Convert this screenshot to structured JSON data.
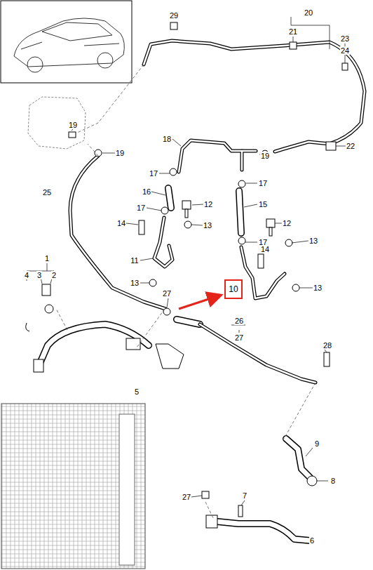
{
  "diagram": {
    "nodes": [
      {
        "text": [
          "10"
        ]
      }
    ],
    "edges": [],
    "labels": [
      "29",
      "20",
      "21",
      "23",
      "24",
      "19",
      "19",
      "19",
      "22",
      "18",
      "17",
      "17",
      "16",
      "17",
      "12",
      "15",
      "14",
      "13",
      "12",
      "17",
      "14",
      "13",
      "11",
      "13",
      "27",
      "13",
      "25",
      "1",
      "4",
      "3",
      "2",
      "5",
      "26",
      "27",
      "28",
      "9",
      "8",
      "27",
      "7",
      "6"
    ]
  }
}
